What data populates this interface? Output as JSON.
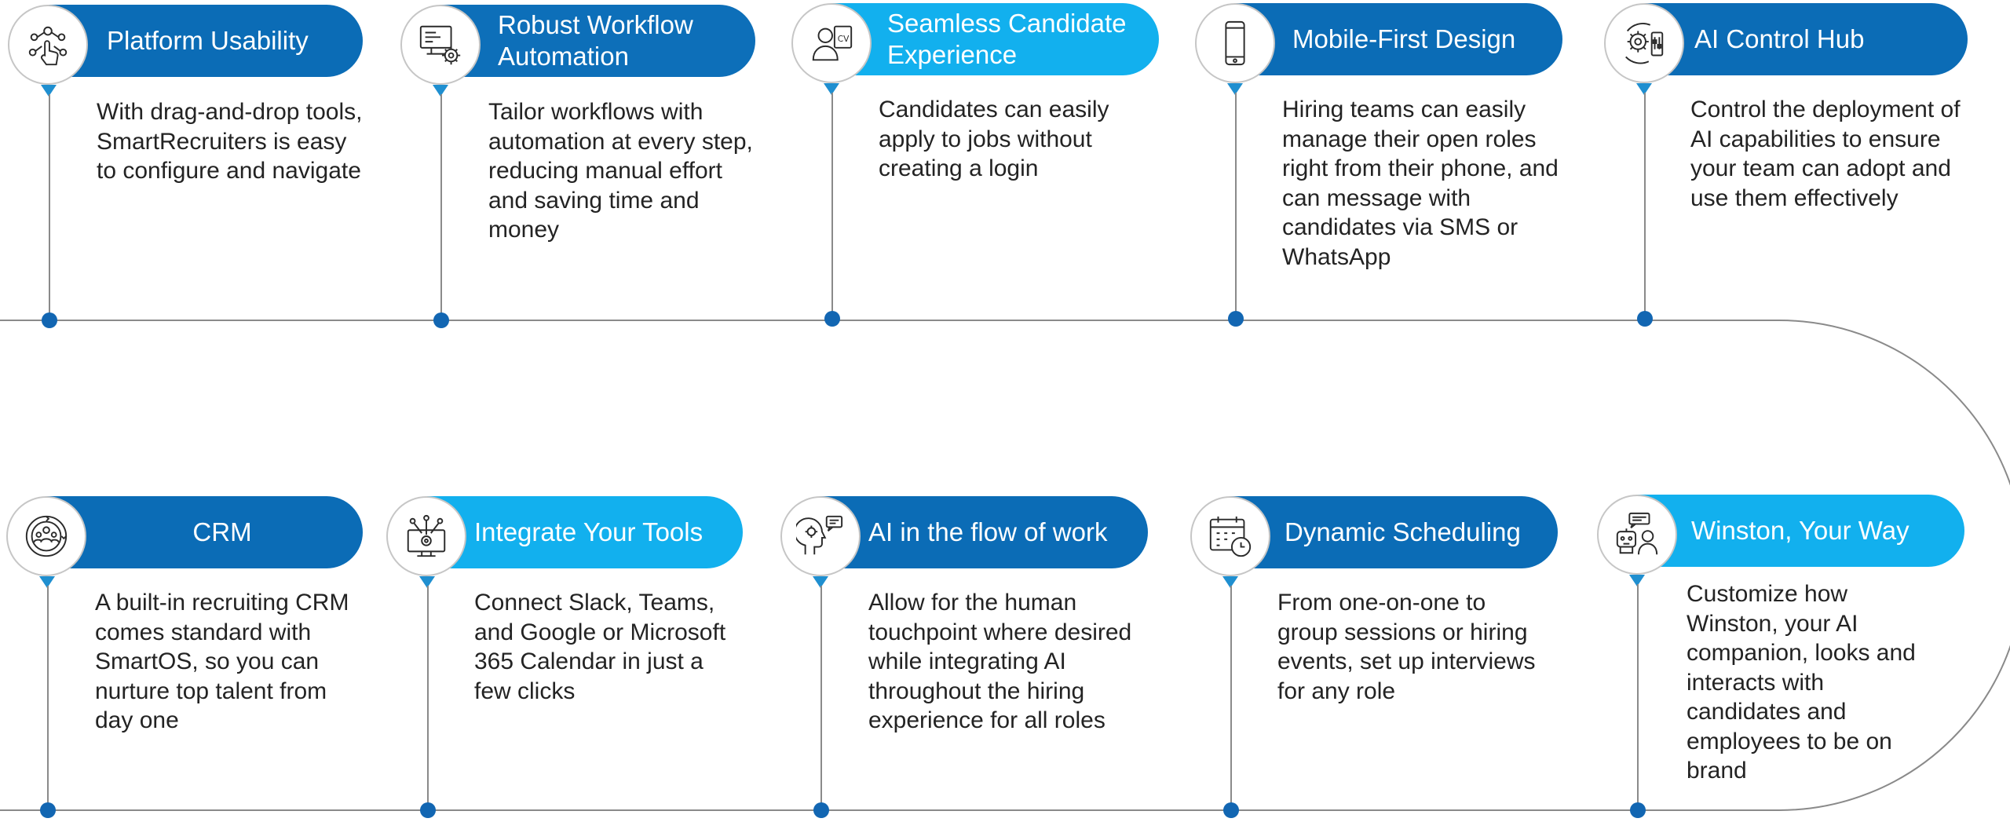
{
  "colors": {
    "deep_blue": "#0a6bb5",
    "mid_blue": "#0d8ad6",
    "light_blue": "#12b0ee",
    "dot_blue": "#1266b2",
    "line_gray": "#8a8a8a"
  },
  "features": [
    {
      "title": "Platform Usability",
      "icon": "touch-network-icon",
      "description": "With drag-and-drop tools, SmartRecruiters is easy to configure and navigate"
    },
    {
      "title": "Robust Workflow Automation",
      "icon": "workflow-automation-icon",
      "description": "Tailor workflows with automation at every step, reducing manual effort and saving time and money"
    },
    {
      "title": "Seamless Candidate Experience",
      "icon": "candidate-cv-icon",
      "description": "Candidates can easily apply to jobs without creating a login"
    },
    {
      "title": "Mobile-First Design",
      "icon": "smartphone-icon",
      "description": "Hiring teams can easily manage their open roles right from their phone, and can message with candidates via SMS or WhatsApp"
    },
    {
      "title": "AI Control Hub",
      "icon": "ai-control-gear-icon",
      "description": "Control the deployment of AI capabilities to ensure your team can adopt and use them effectively"
    },
    {
      "title": "CRM",
      "icon": "crm-people-icon",
      "description": "A built-in recruiting CRM comes standard with SmartOS, so you can nurture top talent from day one"
    },
    {
      "title": "Integrate Your Tools",
      "icon": "integration-monitor-icon",
      "description": "Connect Slack, Teams, and Google or Microsoft 365 Calendar in just a few clicks"
    },
    {
      "title": "AI in the flow of work",
      "icon": "ai-head-chat-icon",
      "description": "Allow for the human touchpoint where desired while integrating AI throughout the hiring experience for all roles"
    },
    {
      "title": "Dynamic Scheduling",
      "icon": "calendar-clock-icon",
      "description": "From one-on-one to group sessions or hiring events, set up interviews for any role"
    },
    {
      "title": "Winston, Your Way",
      "icon": "winston-companion-icon",
      "description": "Customize how Winston, your AI companion, looks and interacts with candidates and employees to be on brand"
    }
  ]
}
